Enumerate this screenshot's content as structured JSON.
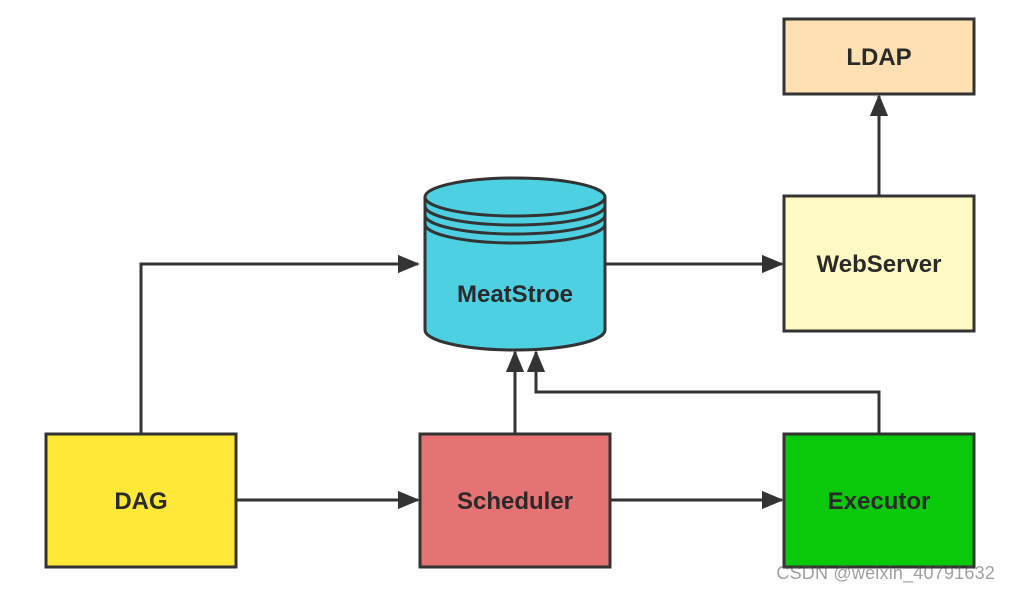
{
  "nodes": {
    "dag": {
      "label": "DAG",
      "color": "#ffe838"
    },
    "scheduler": {
      "label": "Scheduler",
      "color": "#e57373"
    },
    "executor": {
      "label": "Executor",
      "color": "#0ac90a"
    },
    "metastore": {
      "label": "MeatStroe",
      "color": "#4dd0e1"
    },
    "webserver": {
      "label": "WebServer",
      "color": "#fff9c4"
    },
    "ldap": {
      "label": "LDAP",
      "color": "#ffe0b2"
    }
  },
  "watermark": {
    "text": "CSDN @weixin_40791632"
  },
  "edges": [
    {
      "from": "DAG",
      "to": "MeatStroe"
    },
    {
      "from": "DAG",
      "to": "Scheduler"
    },
    {
      "from": "Scheduler",
      "to": "MeatStroe"
    },
    {
      "from": "Scheduler",
      "to": "Executor"
    },
    {
      "from": "Executor",
      "to": "MeatStroe"
    },
    {
      "from": "MeatStroe",
      "to": "WebServer"
    },
    {
      "from": "WebServer",
      "to": "LDAP"
    }
  ]
}
